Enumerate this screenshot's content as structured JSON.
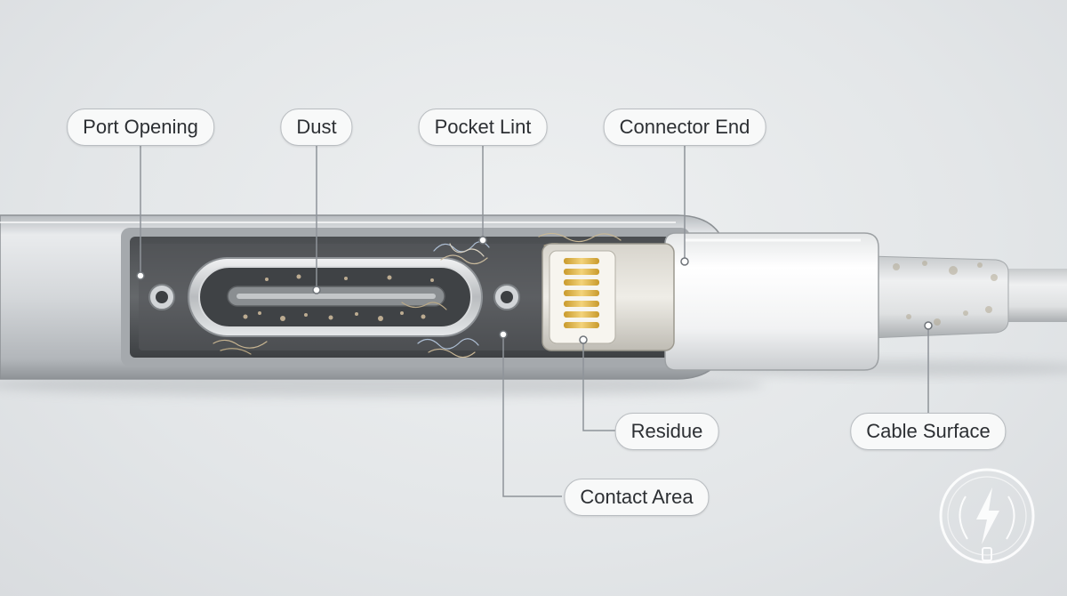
{
  "labels": {
    "port_opening": "Port Opening",
    "dust": "Dust",
    "pocket_lint": "Pocket Lint",
    "connector_end": "Connector End",
    "residue": "Residue",
    "contact_area": "Contact Area",
    "cable_surface": "Cable Surface"
  },
  "icons": {
    "logo": "lightning-bolt-emblem-icon"
  },
  "colors": {
    "background": "#e3e6e8",
    "casing": "#c4c8cc",
    "connector_white": "#f4f5f5",
    "gold_pins": "#e8c15a",
    "leader_line": "#8e9399"
  }
}
